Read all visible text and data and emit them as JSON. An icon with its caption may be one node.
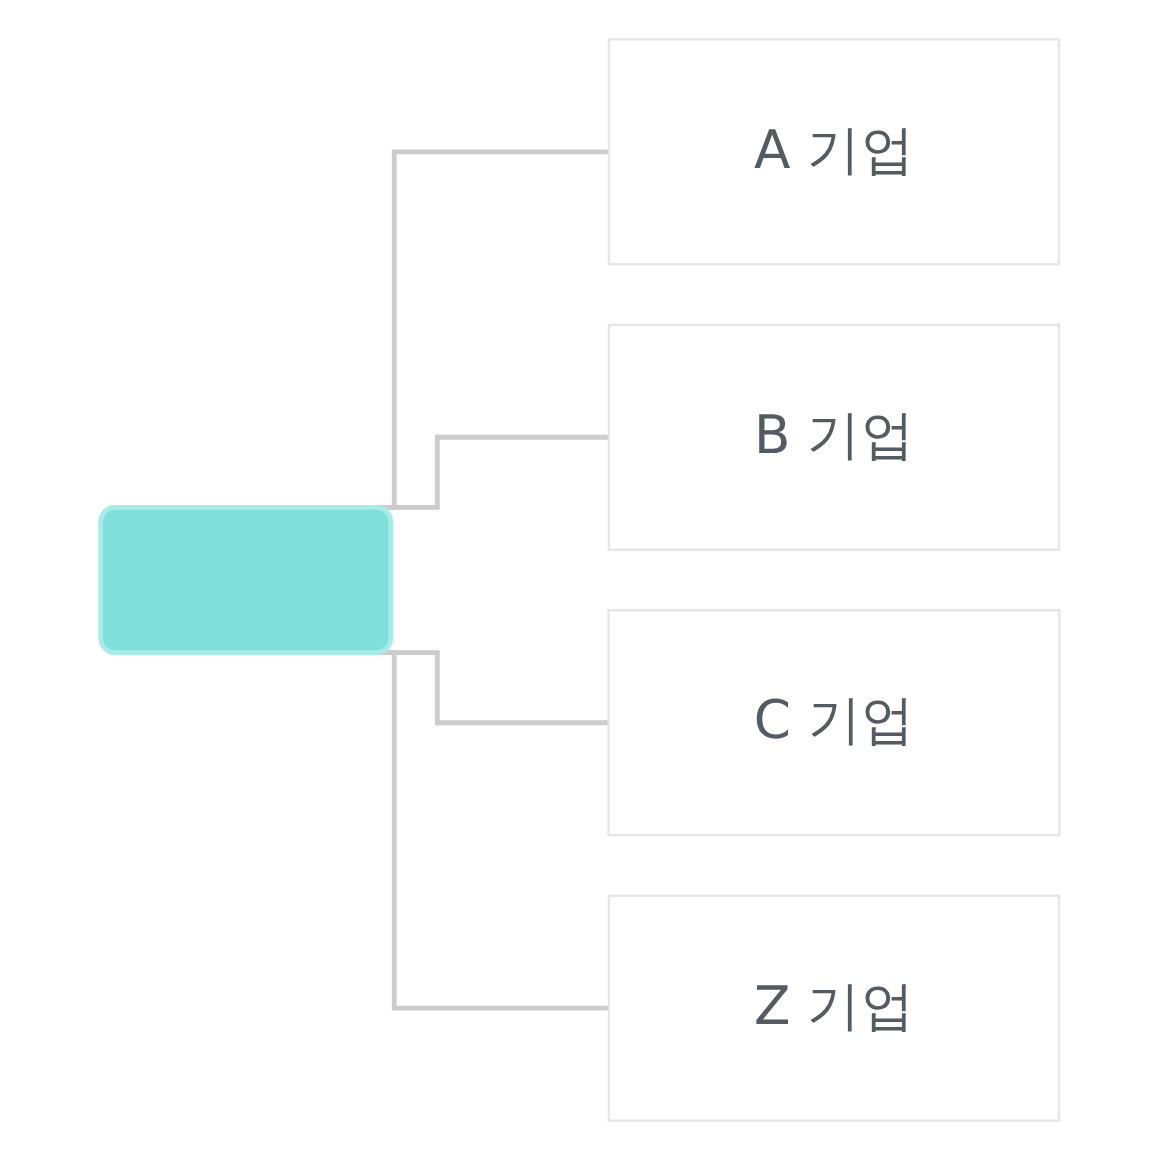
{
  "diagram": {
    "nodes": [
      {
        "text": [],
        "shape": "box"
      },
      {
        "text": [
          "A 기업"
        ]
      },
      {
        "text": [
          "B 기업"
        ]
      },
      {
        "text": [
          "C 기업"
        ]
      },
      {
        "text": [
          "Z 기업"
        ]
      }
    ],
    "edges": [
      {
        "from": 0,
        "to": 1,
        "arrow": "none"
      },
      {
        "from": 0,
        "to": 2,
        "arrow": "none"
      },
      {
        "from": 0,
        "to": 3,
        "arrow": "none"
      },
      {
        "from": 0,
        "to": 4,
        "arrow": "none"
      }
    ]
  }
}
